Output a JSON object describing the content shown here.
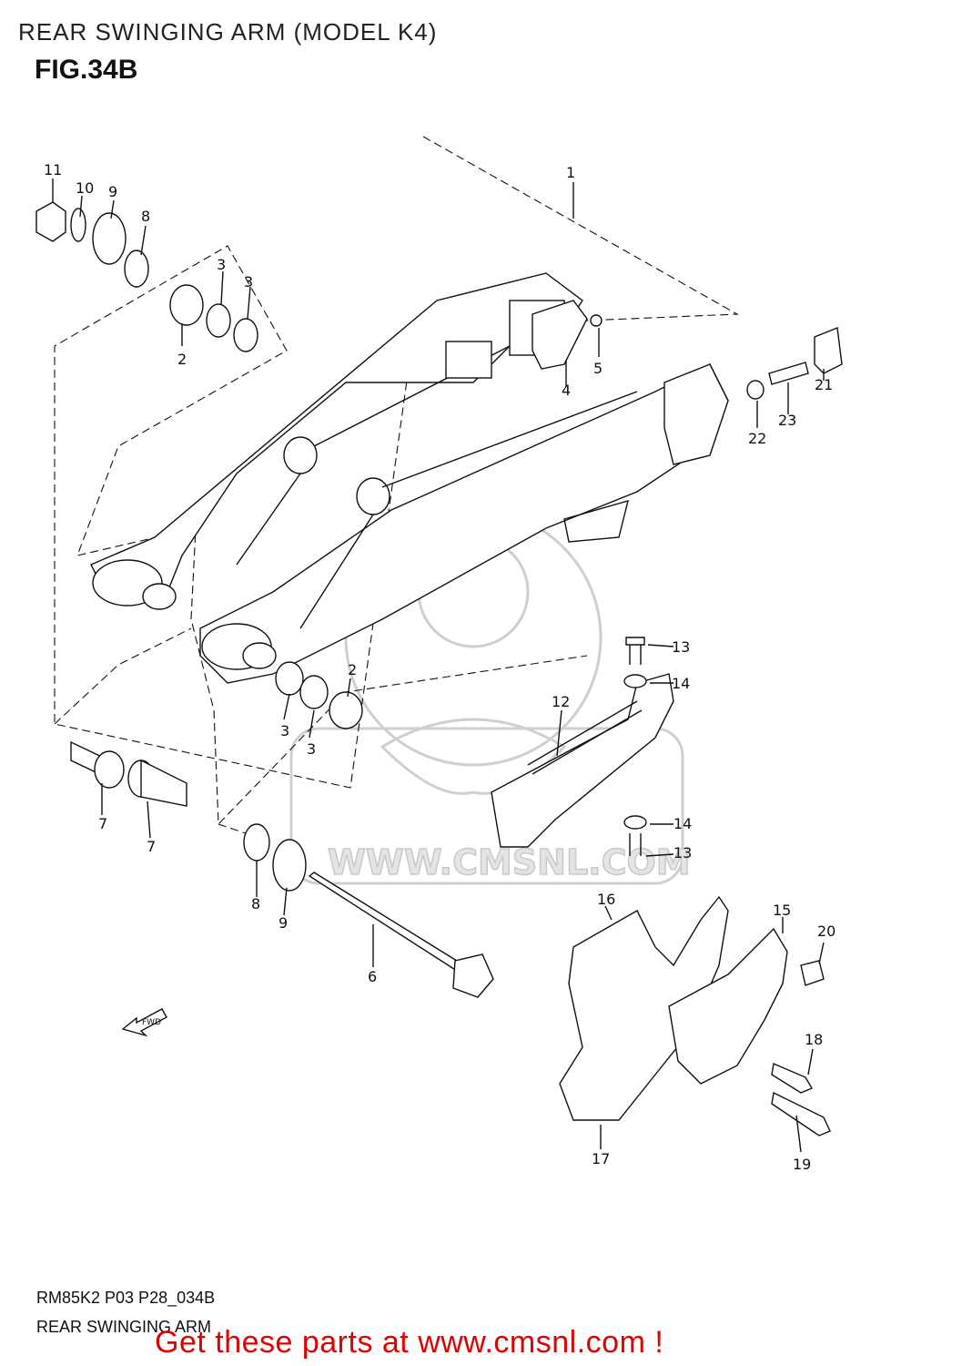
{
  "header": {
    "title": "REAR SWINGING ARM (MODEL K4)",
    "figure": "FIG.34B"
  },
  "callouts": {
    "c1": "1",
    "c2a": "2",
    "c2b": "2",
    "c3a": "3",
    "c3b": "3",
    "c3c": "3",
    "c3d": "3",
    "c4": "4",
    "c5": "5",
    "c6": "6",
    "c7a": "7",
    "c7b": "7",
    "c8a": "8",
    "c8b": "8",
    "c9a": "9",
    "c9b": "9",
    "c10": "10",
    "c11": "11",
    "c12": "12",
    "c13a": "13",
    "c13b": "13",
    "c14a": "14",
    "c14b": "14",
    "c15": "15",
    "c16": "16",
    "c17": "17",
    "c18": "18",
    "c19": "19",
    "c20": "20",
    "c21": "21",
    "c22": "22",
    "c23": "23"
  },
  "watermark": {
    "text": "WWW.CMSNL.COM"
  },
  "fwd_arrow": {
    "label": "FWD"
  },
  "footer": {
    "code": "RM85K2 P03 P28_034B",
    "name": "REAR SWINGING ARM",
    "cta": "Get these parts at www.cmsnl.com !"
  }
}
